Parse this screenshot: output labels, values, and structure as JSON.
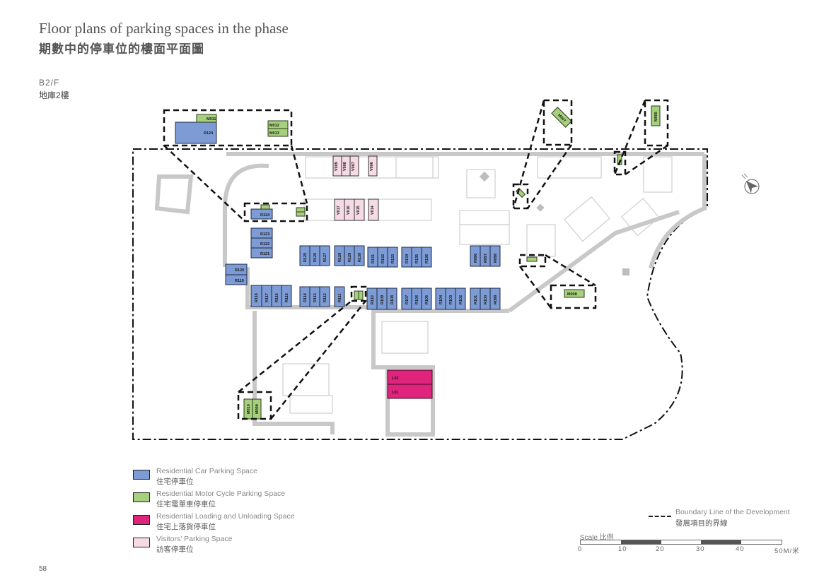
{
  "header": {
    "title_en": "Floor plans of parking spaces in the phase",
    "title_zh": "期數中的停車位的樓面平面圖",
    "floor_en": "B2/F",
    "floor_zh": "地庫2樓"
  },
  "colors": {
    "residential_car": "#7d9bd4",
    "motorcycle": "#a7d07c",
    "loading": "#e0237d",
    "visitor": "#f6dbe6",
    "wall": "#c8c8c8",
    "boundary": "#111111"
  },
  "parking": {
    "residential_car": [
      "R124 (inset)",
      "R124",
      "R123",
      "R122",
      "R121",
      "R120",
      "R119",
      "R118",
      "R117",
      "R116",
      "R115",
      "R114",
      "R113",
      "R112",
      "R111",
      "R110",
      "R109",
      "R108",
      "R107",
      "R106",
      "R105",
      "R104",
      "R103",
      "R102",
      "R101",
      "R100",
      "R099",
      "R098",
      "R097",
      "R096",
      "R125",
      "R126",
      "R127",
      "R128",
      "R129",
      "R130",
      "R131",
      "R132",
      "R133",
      "R134",
      "R135",
      "R136"
    ],
    "motorcycle": [
      "M011",
      "M012",
      "M013",
      "M010",
      "M009",
      "M007",
      "M006",
      "M008"
    ],
    "loading": [
      "L02",
      "L01"
    ],
    "visitor": [
      "V009",
      "V008",
      "V007",
      "V006",
      "V017",
      "V016",
      "V015",
      "V014"
    ]
  },
  "legend": [
    {
      "en": "Residential Car Parking Space",
      "zh": "住宅停車位",
      "color": "#7d9bd4"
    },
    {
      "en": "Residential Motor Cycle Parking Space",
      "zh": "住宅電單車停車位",
      "color": "#a7d07c"
    },
    {
      "en": "Residential Loading and Unloading Space",
      "zh": "住宅上落貨停車位",
      "color": "#e0237d"
    },
    {
      "en": "Visitors' Parking Space",
      "zh": "訪客停車位",
      "color": "#f6dbe6"
    }
  ],
  "boundary": {
    "en": "Boundary Line of the Development",
    "zh": "發展項目的界線"
  },
  "scale": {
    "label": "Scale 比例",
    "ticks": [
      "0",
      "10",
      "20",
      "30",
      "40",
      "50M/米"
    ]
  },
  "north_icon": "north-arrow-icon",
  "page_number": "58"
}
